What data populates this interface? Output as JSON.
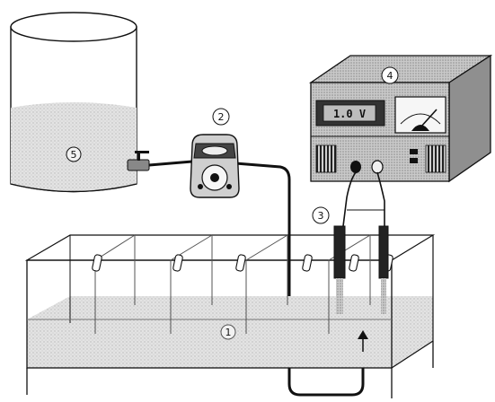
{
  "labels": {
    "tank": "1",
    "pump": "2",
    "electrodes": "3",
    "power_supply": "4",
    "reservoir": "5"
  },
  "display": {
    "voltage": "1.0 V"
  },
  "colors": {
    "outline": "#111111",
    "fill_light": "#dcdcdc",
    "fill_mid": "#bdbdbd",
    "fill_dark": "#555555",
    "electrode": "#222222"
  }
}
